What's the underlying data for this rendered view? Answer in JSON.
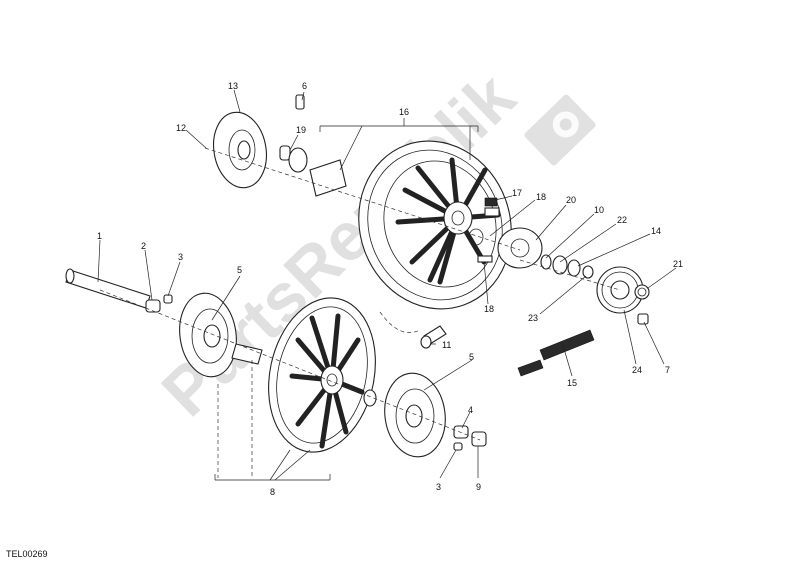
{
  "diagram": {
    "watermark": "PartsRepublik",
    "reference_code": "TEL00269",
    "callouts": [
      "1",
      "2",
      "3",
      "4",
      "5",
      "6",
      "7",
      "8",
      "9",
      "10",
      "11",
      "12",
      "13",
      "14",
      "15",
      "16",
      "17",
      "18",
      "19",
      "20",
      "21",
      "22",
      "23",
      "24"
    ]
  }
}
